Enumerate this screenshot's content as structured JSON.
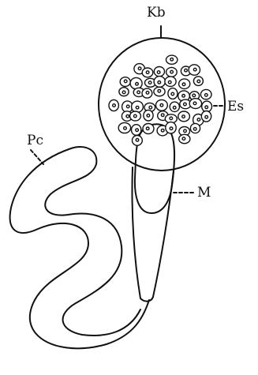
{
  "figure": {
    "labels": {
      "kb": "Kb",
      "es": "Es",
      "pc": "Pc",
      "m": "M"
    },
    "colors": {
      "ink": "#111111",
      "background": "#ffffff"
    }
  }
}
